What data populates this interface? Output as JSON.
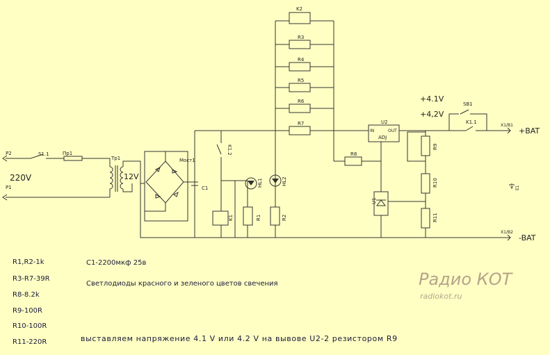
{
  "schematic": {
    "relay_labels": {
      "k2": "K2",
      "k1": "K1",
      "k11_contact": "K1.1",
      "k12_contact": "K1.2"
    },
    "resistor_labels": [
      "R3",
      "R4",
      "R5",
      "R6",
      "R7"
    ],
    "r8": "R8",
    "r9": "R9",
    "r10": "R10",
    "r11": "R11",
    "r1": "R1",
    "r2": "R2",
    "ic": {
      "name": "U2",
      "in": "IN",
      "out": "OUT",
      "adj": "ADJ"
    },
    "u1": "U1",
    "switches": {
      "s11": "S1.1",
      "sb1": "SB1"
    },
    "fuse": "Пр1",
    "transformer": "Тр1",
    "bridge": "Мост1",
    "cap": "C1",
    "leds": [
      "HL1",
      "HL2"
    ],
    "pins": {
      "p2": "P2",
      "p1": "P1",
      "x11": "X1/B1",
      "x12": "X1/B2",
      "e1": "E1"
    },
    "mains_label": "220V",
    "ac_label": "12V",
    "v41": "+4.1V",
    "v42": "+4,2V",
    "plus_bat": "+BAT",
    "minus_bat": "-BAT"
  },
  "legend": {
    "r1r2": "R1,R2-1k",
    "r3r7": "R3-R7-39R",
    "r8": "R8-8.2k",
    "r9": "R9-100R",
    "r10": "R10-100R",
    "r11": "R11-220R"
  },
  "notes": {
    "c1": "C1-2200мкф 25в",
    "leds": "Светлодиоды красного и зеленого цветов свечения",
    "adjust": "выставляем напряжение 4.1 V или 4.2 V на вывове U2-2 резистором R9"
  },
  "watermark": {
    "title": "Радио КОТ",
    "url": "radiokot.ru"
  }
}
